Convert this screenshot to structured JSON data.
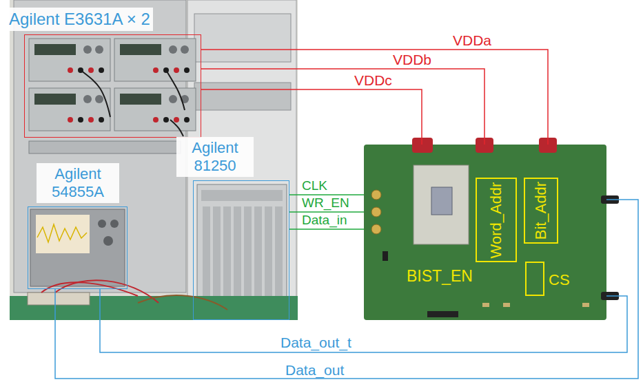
{
  "diagram": {
    "nodes": [
      {
        "text": [
          "Agilent E3631A × 2"
        ]
      },
      {
        "text": [
          "Agilent 81250"
        ]
      },
      {
        "text": [
          "Agilent 54855A"
        ]
      },
      {
        "text": [
          "BIST_EN"
        ]
      },
      {
        "text": [
          "Word_Addr"
        ],
        "in": 3
      },
      {
        "text": [
          "Bit_Addr"
        ],
        "in": 3
      },
      {
        "text": [
          "CS"
        ],
        "in": 3
      }
    ],
    "edges": [
      {
        "from": 0,
        "to": 3,
        "arrow": "none",
        "label": "VDDa"
      },
      {
        "from": 0,
        "to": 3,
        "arrow": "none",
        "label": "VDDb"
      },
      {
        "from": 0,
        "to": 3,
        "arrow": "none",
        "label": "VDDc"
      },
      {
        "from": 1,
        "to": 3,
        "arrow": "none",
        "label": "CLK"
      },
      {
        "from": 1,
        "to": 3,
        "arrow": "none",
        "label": "WR_EN"
      },
      {
        "from": 1,
        "to": 3,
        "arrow": "none",
        "label": "Data_in"
      },
      {
        "from": 3,
        "to": 2,
        "arrow": "none",
        "label": "Data_out_t"
      },
      {
        "from": 3,
        "to": 2,
        "arrow": "none",
        "label": "Data_out"
      }
    ]
  }
}
